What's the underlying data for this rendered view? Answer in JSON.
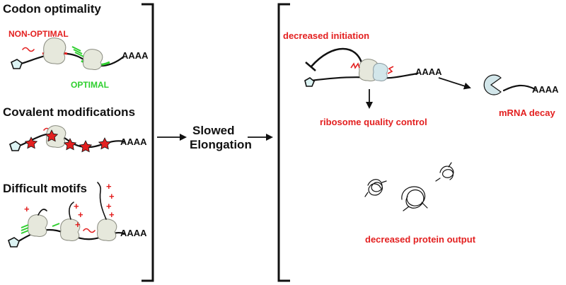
{
  "left_panel": {
    "codon": {
      "title": "Codon optimality",
      "non_optimal_label": "NON-OPTIMAL",
      "optimal_label": "OPTIMAL",
      "poly_a": "AAAA"
    },
    "covalent": {
      "title": "Covalent  modifications",
      "poly_a": "AAAA"
    },
    "motifs": {
      "title": "Difficult motifs",
      "poly_a": "AAAA"
    }
  },
  "center": {
    "line1": "Slowed",
    "line2": "Elongation"
  },
  "right_panel": {
    "decreased_initiation": "decreased initiation",
    "poly_a": "AAAA",
    "rqc_label": "ribosome quality control",
    "decay_poly_a": "AAAA",
    "decay_label": "mRNA decay",
    "protein_label": "decreased protein output"
  },
  "colors": {
    "red": "#e32020",
    "green": "#2fcf2f",
    "ribosome": "#e6e8dc",
    "cap": "#dcf3f3"
  }
}
